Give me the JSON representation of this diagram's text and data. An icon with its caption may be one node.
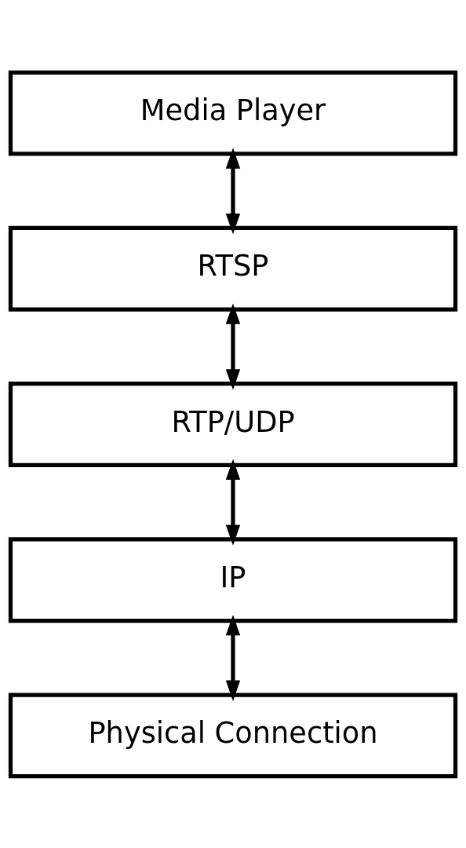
{
  "diagram": {
    "nodes": [
      {
        "text": [
          "Media Player"
        ]
      },
      {
        "text": [
          "RTSP"
        ]
      },
      {
        "text": [
          "RTP/UDP"
        ]
      },
      {
        "text": [
          "IP"
        ]
      },
      {
        "text": [
          "Physical Connection"
        ]
      }
    ],
    "edges": [
      {
        "from": 0,
        "to": 1,
        "arrow": "both"
      },
      {
        "from": 1,
        "to": 2,
        "arrow": "both"
      },
      {
        "from": 2,
        "to": 3,
        "arrow": "both"
      },
      {
        "from": 3,
        "to": 4,
        "arrow": "both"
      }
    ]
  }
}
